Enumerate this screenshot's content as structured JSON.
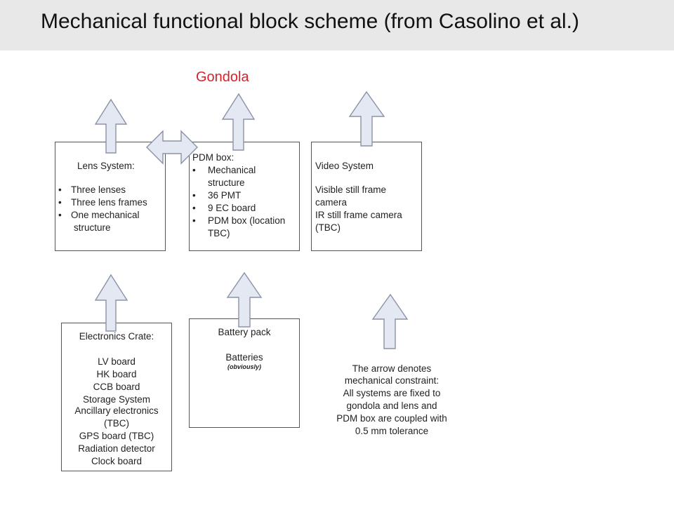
{
  "header": {
    "title": "Mechanical functional block scheme (from Casolino et al.)"
  },
  "gondola_label": "Gondola",
  "lens_system": {
    "title": "Lens System:",
    "items": [
      "Three lenses",
      "Three lens frames",
      "One mechanical",
      "structure"
    ]
  },
  "pdm_box": {
    "title": "PDM box:",
    "items": [
      "Mechanical",
      "structure",
      "36 PMT",
      "9 EC board",
      "PDM box (location",
      "TBC)"
    ]
  },
  "video_system": {
    "title": "Video System",
    "lines": [
      "Visible still frame",
      "camera",
      "IR still frame camera",
      "(TBC)"
    ]
  },
  "electronics_crate": {
    "title": "Electronics Crate:",
    "lines": [
      "LV board",
      "HK board",
      "CCB board",
      "Storage System",
      "Ancillary electronics",
      "(TBC)",
      "GPS board (TBC)",
      "Radiation detector",
      "Clock board"
    ]
  },
  "battery_pack": {
    "title": "Battery pack",
    "line": "Batteries",
    "note": "(obviously)"
  },
  "legend_note": {
    "lines": [
      "The arrow denotes",
      "mechanical constraint:",
      "All systems are fixed to",
      "gondola and lens and",
      "PDM box are coupled with",
      "0.5 mm tolerance"
    ]
  },
  "colors": {
    "arrow_fill": "#e3e8f2",
    "arrow_stroke": "#8a93a6",
    "gondola": "#d9202a"
  }
}
